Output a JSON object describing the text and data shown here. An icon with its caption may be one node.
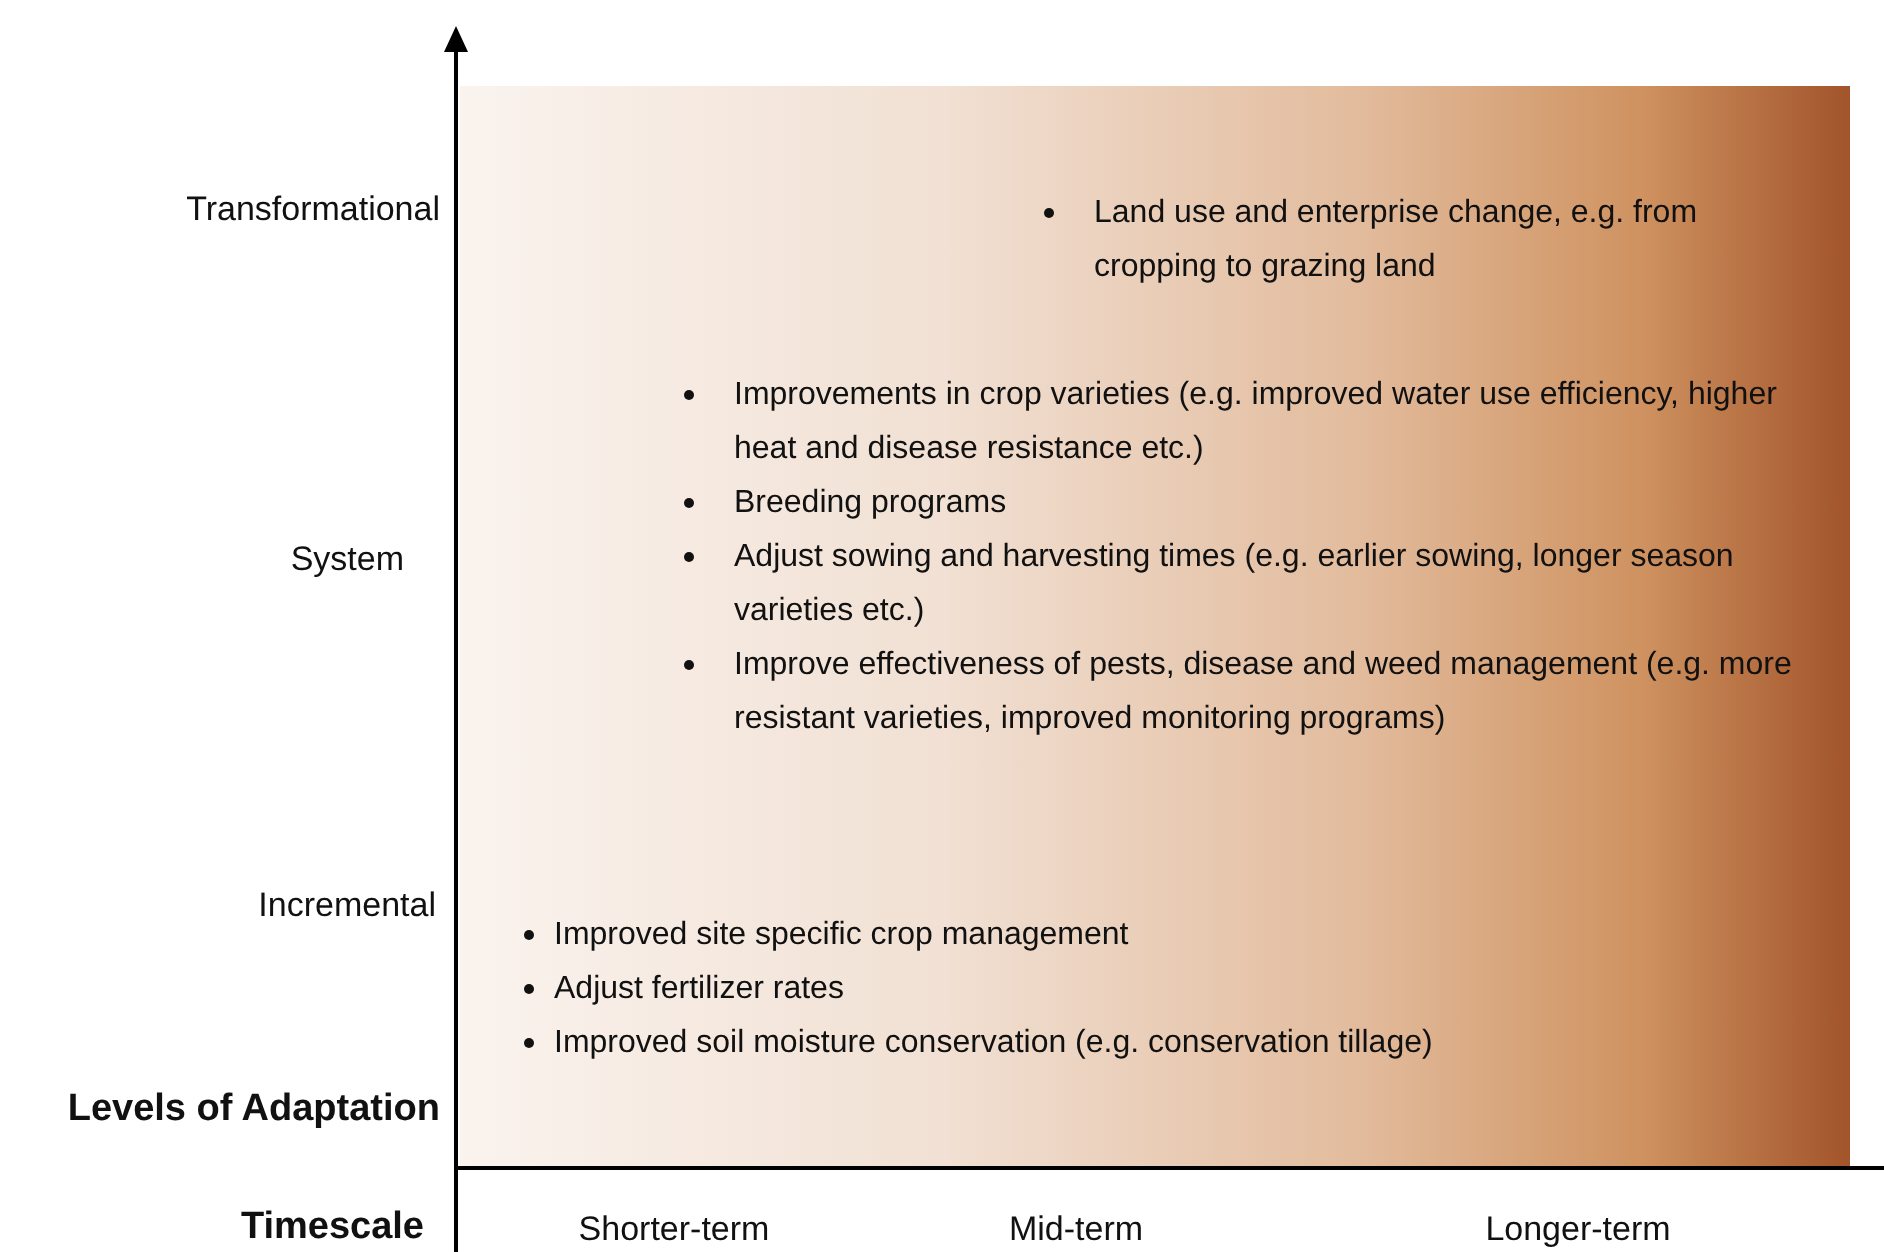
{
  "diagram": {
    "labels": [
      "Transformational",
      "Land use and enterprise change, e.g. from cropping to grazing land",
      "System",
      "Improvements in crop varieties (e.g. improved water use efficiency, higher heat and disease resistance etc.)",
      "Breeding programs",
      "Adjust sowing and harvesting times (e.g. earlier sowing, longer season varieties etc.)",
      "Improve effectiveness of pests, disease and weed management (e.g. more resistant varieties, improved monitoring programs)",
      "Incremental",
      "Improved site specific crop management",
      "Adjust fertilizer rates",
      "Improved soil moisture conservation (e.g. conservation tillage)",
      "Levels of Adaptation",
      "Timescale",
      "Shorter-term",
      "Mid-term",
      "Longer-term"
    ]
  }
}
